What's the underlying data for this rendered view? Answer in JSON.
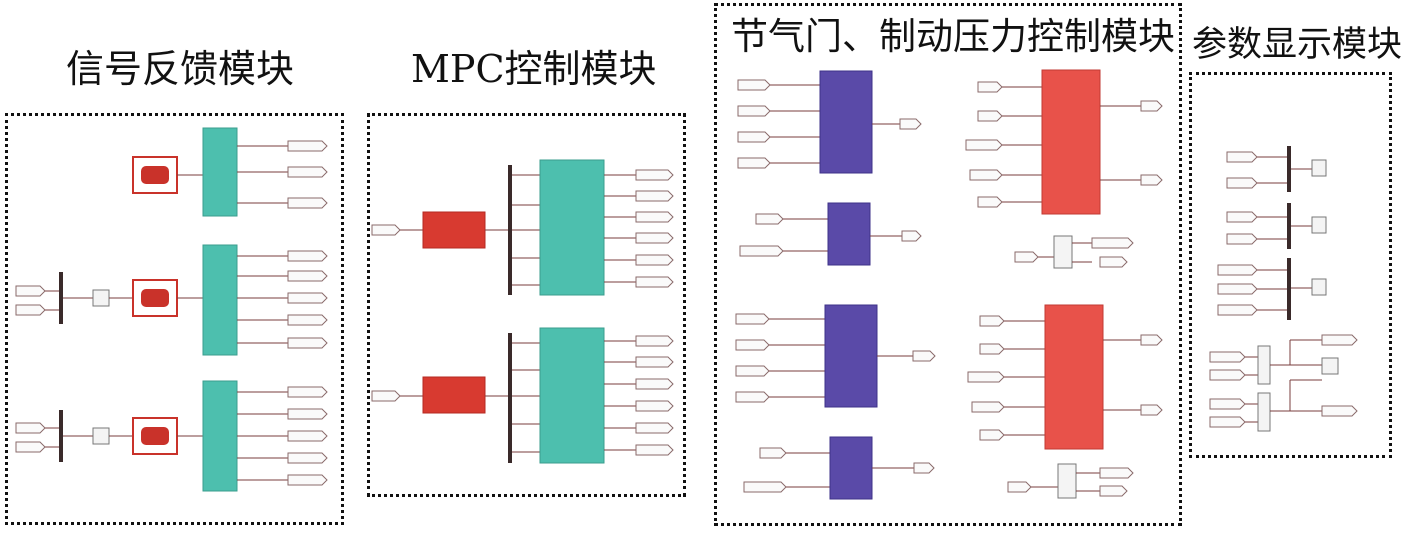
{
  "headings": {
    "signal_feedback": "信号反馈模块",
    "mpc_control": "MPC控制模块",
    "throttle_brake": "节气门、制动压力控制模块",
    "param_display": "参数显示模块"
  },
  "colors": {
    "teal_block": "#4dbfae",
    "red_block": "#d83a30",
    "purple_block": "#5a4aa8",
    "pink_block": "#e8524a",
    "wire": "#7a3d3d",
    "border": "#111111"
  }
}
